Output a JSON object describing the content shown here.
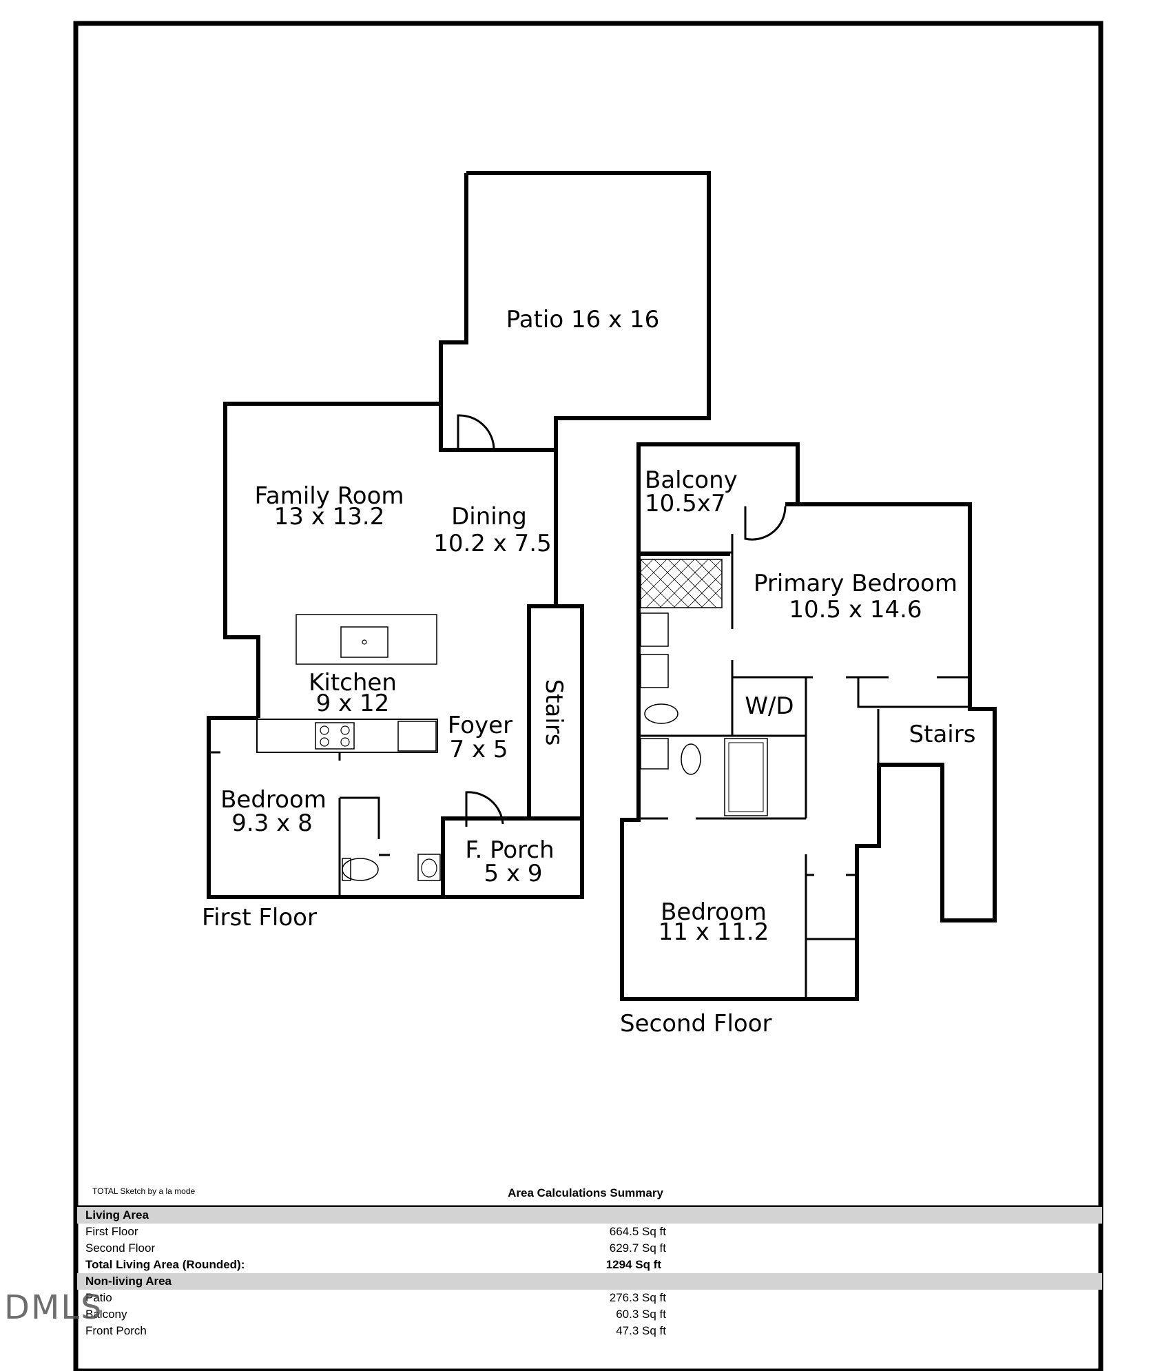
{
  "rooms": {
    "patio": "Patio 16 x 16",
    "family_room_name": "Family Room",
    "family_room_dims": "13 x 13.2",
    "dining_name": "Dining",
    "dining_dims": "10.2 x 7.5",
    "kitchen_name": "Kitchen",
    "kitchen_dims": "9 x 12",
    "foyer_name": "Foyer",
    "foyer_dims": "7 x 5",
    "stairs_first": "Stairs",
    "bedroom1_name": "Bedroom",
    "bedroom1_dims": "9.3 x 8",
    "porch_name": "F. Porch",
    "porch_dims": "5 x 9",
    "balcony_name": "Balcony",
    "balcony_dims": "10.5x7",
    "primary_name": "Primary Bedroom",
    "primary_dims": "10.5 x 14.6",
    "wd": "W/D",
    "stairs_second": "Stairs",
    "bedroom2_name": "Bedroom",
    "bedroom2_dims": "11 x 11.2"
  },
  "floors": {
    "first": "First Floor",
    "second": "Second Floor"
  },
  "summary": {
    "credit": "TOTAL Sketch by a la mode",
    "title": "Area Calculations Summary",
    "living_header": "Living Area",
    "living_rows": [
      {
        "label": "First Floor",
        "value": "664.5 Sq ft"
      },
      {
        "label": "Second Floor",
        "value": "629.7 Sq ft"
      }
    ],
    "total_label": "Total Living Area (Rounded):",
    "total_value": "1294 Sq ft",
    "nonliving_header": "Non-living Area",
    "nonliving_rows": [
      {
        "label": "Patio",
        "value": "276.3 Sq ft"
      },
      {
        "label": "Balcony",
        "value": "60.3 Sq ft"
      },
      {
        "label": "Front Porch",
        "value": "47.3 Sq ft"
      }
    ]
  },
  "watermark": "DMLS"
}
